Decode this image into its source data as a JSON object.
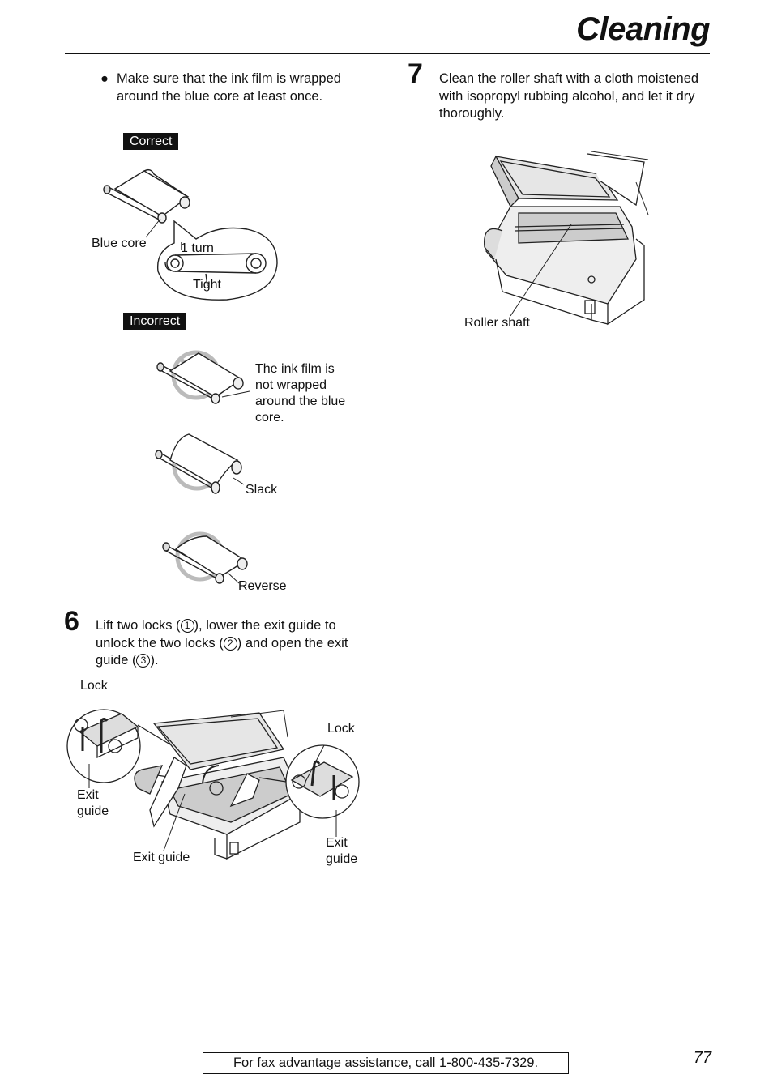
{
  "page": {
    "title": "Cleaning",
    "page_number": "77",
    "footer": "For fax advantage assistance, call 1-800-435-7329."
  },
  "left": {
    "bullet": "Make sure that the ink film is wrapped around the blue core at least once.",
    "correct_tag": "Correct",
    "incorrect_tag": "Incorrect",
    "labels": {
      "blue_core": "Blue core",
      "one_turn": "1 turn",
      "tight": "Tight",
      "not_wrapped": "The ink film is not wrapped around the blue core.",
      "slack": "Slack",
      "reverse": "Reverse"
    }
  },
  "step6": {
    "number": "6",
    "text_parts": [
      "Lift two locks (",
      "), lower the exit guide to unlock the two locks (",
      ") and open the exit guide (",
      ")."
    ],
    "markers": [
      "1",
      "2",
      "3"
    ],
    "labels": {
      "lock_left": "Lock",
      "lock_right": "Lock",
      "exit_guide_left": "Exit guide",
      "exit_guide_center": "Exit guide",
      "exit_guide_right": "Exit guide"
    }
  },
  "step7": {
    "number": "7",
    "text": "Clean the roller shaft with a cloth moistened with isopropyl rubbing alcohol, and let it dry thoroughly.",
    "label": "Roller shaft"
  }
}
